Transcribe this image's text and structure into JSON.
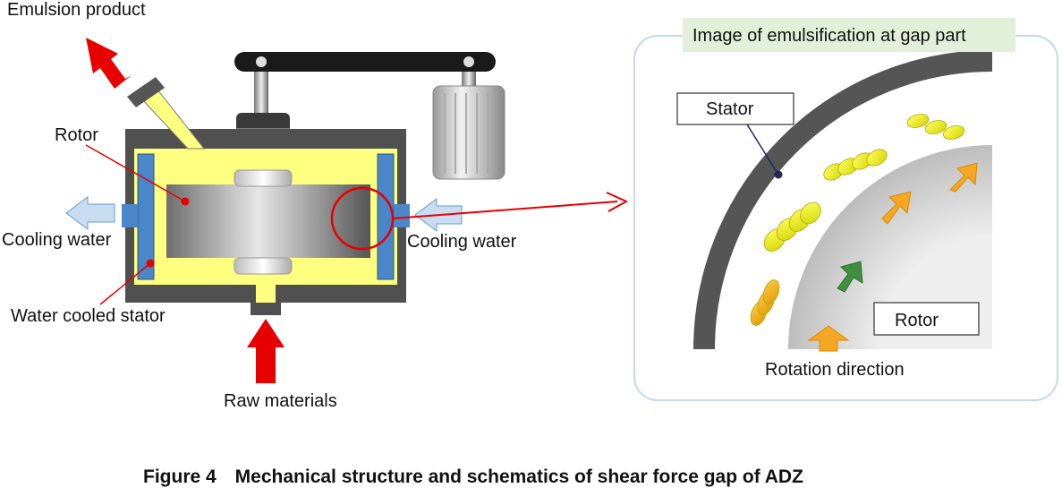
{
  "diagram": {
    "labels": {
      "emulsion_product": "Emulsion product",
      "rotor_left": "Rotor",
      "cooling_water_left": "Cooling water",
      "cooling_water_right": "Cooling water",
      "water_cooled_stator": "Water cooled stator",
      "raw_materials": "Raw materials"
    },
    "inset": {
      "title": "Image of emulsification at gap part",
      "stator_label": "Stator",
      "rotor_label": "Rotor",
      "rotation_label": "Rotation direction"
    },
    "caption": "Figure 4　Mechanical structure and schematics of shear force gap of ADZ",
    "colors": {
      "housing_yellow": "#ffff80",
      "accent_red": "#e60000",
      "cooling_blue": "#4a86c8",
      "droplet_yellow": "#e6e600",
      "arrow_orange": "#f5a623",
      "arrow_green": "#3f8f3f"
    }
  }
}
